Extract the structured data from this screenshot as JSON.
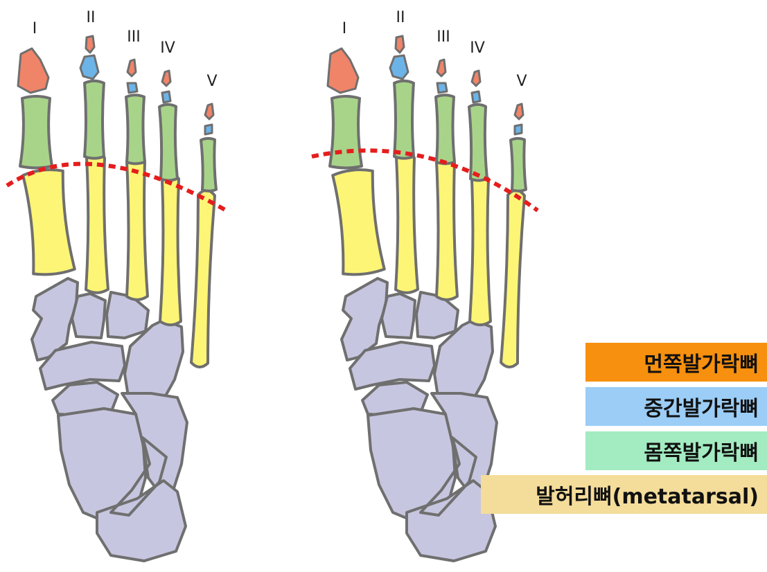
{
  "colors": {
    "distal_phalanx": "#f08468",
    "middle_phalanx": "#6cb4e8",
    "proximal_phalanx": "#a8d48a",
    "metatarsal": "#fdf575",
    "tarsal": "#c6c6e0",
    "outline": "#6f6f6f",
    "cut_line": "#e51d1d"
  },
  "diagrams": [
    {
      "toe_labels": [
        "I",
        "II",
        "III",
        "IV",
        "V"
      ]
    },
    {
      "toe_labels": [
        "I",
        "II",
        "III",
        "IV",
        "V"
      ]
    }
  ],
  "legend": [
    {
      "label": "먼쪽발가락뼈",
      "color": "#f7900e"
    },
    {
      "label": "중간발가락뼈",
      "color": "#9bcdf6"
    },
    {
      "label": "몸쪽발가락뼈",
      "color": "#a3ebc1"
    },
    {
      "label": "발허리뼈(metatarsal)",
      "color": "#f4dc9a"
    }
  ]
}
